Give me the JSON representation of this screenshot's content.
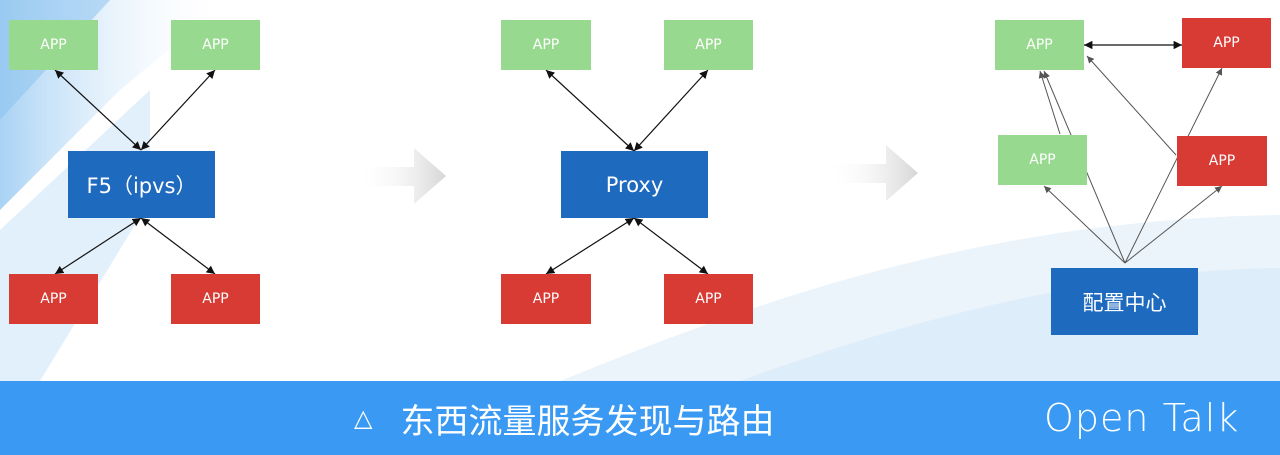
{
  "diagram": {
    "panel1": {
      "hub": "F5（ipvs）",
      "top_left": "APP",
      "top_right": "APP",
      "bottom_left": "APP",
      "bottom_right": "APP"
    },
    "panel2": {
      "hub": "Proxy",
      "top_left": "APP",
      "top_right": "APP",
      "bottom_left": "APP",
      "bottom_right": "APP"
    },
    "panel3": {
      "registry": "配置中心",
      "top_left": "APP",
      "top_right": "APP",
      "mid_left": "APP",
      "mid_right": "APP"
    }
  },
  "footer": {
    "triangle": "△",
    "caption": "东西流量服务发现与路由",
    "brand": "Open Talk"
  },
  "colors": {
    "app_green": "#97d98e",
    "app_red": "#d83a34",
    "hub_blue": "#1e6abf",
    "footer_blue": "#3a9af3"
  }
}
